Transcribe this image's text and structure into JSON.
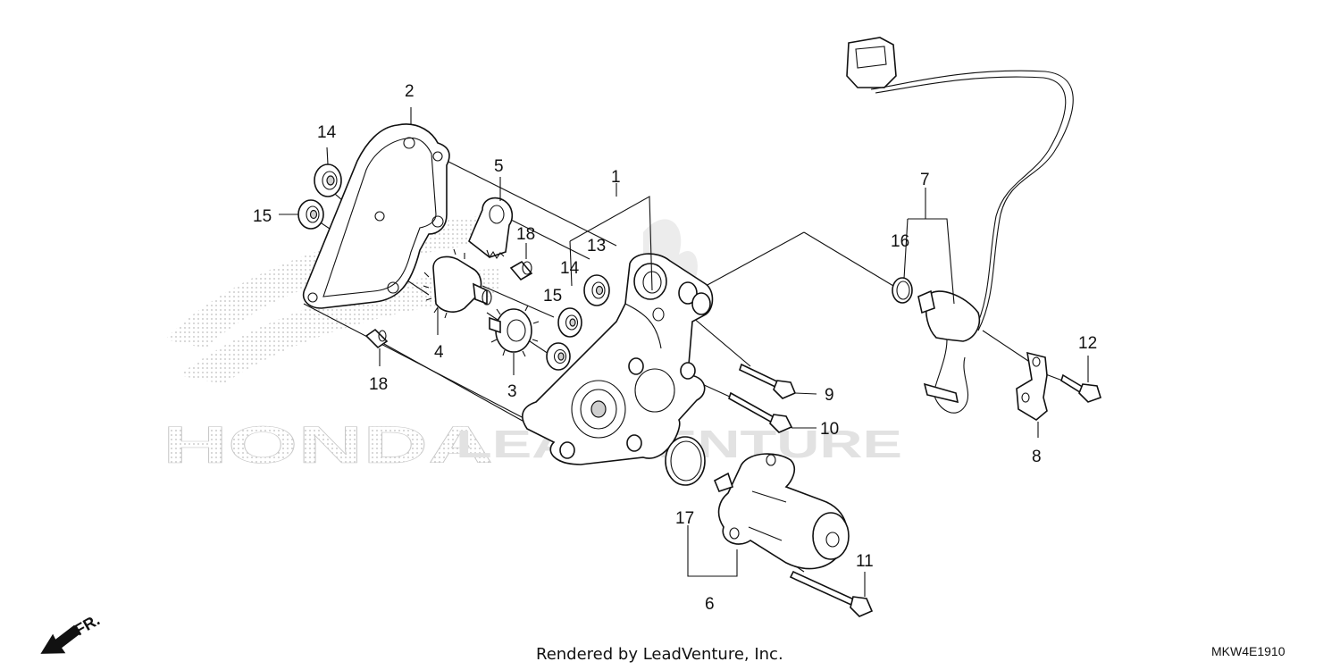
{
  "callouts": [
    {
      "id": "c1",
      "text": "1"
    },
    {
      "id": "c2",
      "text": "2"
    },
    {
      "id": "c3",
      "text": "3"
    },
    {
      "id": "c4",
      "text": "4"
    },
    {
      "id": "c5",
      "text": "5"
    },
    {
      "id": "c6",
      "text": "6"
    },
    {
      "id": "c7",
      "text": "7"
    },
    {
      "id": "c8",
      "text": "8"
    },
    {
      "id": "c9",
      "text": "9"
    },
    {
      "id": "c10",
      "text": "10"
    },
    {
      "id": "c11",
      "text": "11"
    },
    {
      "id": "c12",
      "text": "12"
    },
    {
      "id": "c13",
      "text": "13"
    },
    {
      "id": "c14a",
      "text": "14"
    },
    {
      "id": "c14b",
      "text": "14"
    },
    {
      "id": "c15a",
      "text": "15"
    },
    {
      "id": "c15b",
      "text": "15"
    },
    {
      "id": "c16",
      "text": "16"
    },
    {
      "id": "c17",
      "text": "17"
    },
    {
      "id": "c18a",
      "text": "18"
    },
    {
      "id": "c18b",
      "text": "18"
    }
  ],
  "front_marker": "FR.",
  "footer": {
    "credit": "Rendered by LeadVenture, Inc.",
    "diagram_code": "MKW4E1910"
  },
  "watermarks": {
    "brand": "HONDA",
    "vendor": "LEADVENTURE"
  },
  "colors": {
    "line": "#111111",
    "watermark": "#d8d8d8",
    "background": "#ffffff"
  }
}
